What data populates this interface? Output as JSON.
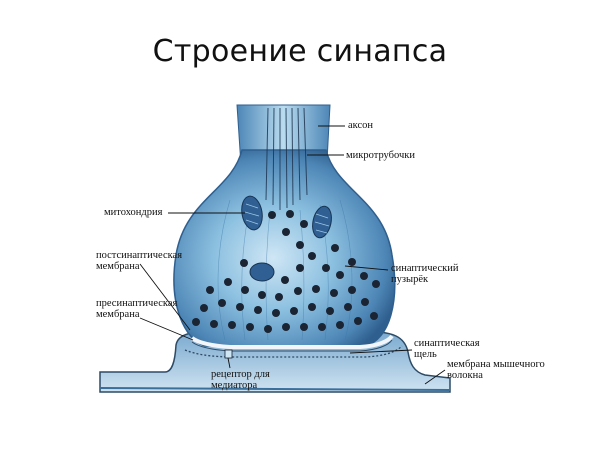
{
  "title": "Строение синапса",
  "labels": {
    "axon": "аксон",
    "microtubules": "микротрубочки",
    "mitochondria": "митохондрия",
    "postsynaptic_1": "постсинаптическая",
    "postsynaptic_2": "мембрана",
    "presynaptic_1": "пресинаптическая",
    "presynaptic_2": "мембрана",
    "vesicle_1": "синаптический",
    "vesicle_2": "пузырёк",
    "cleft_1": "синаптическая",
    "cleft_2": "щель",
    "muscle_1": "мембрана мышечного",
    "muscle_2": "волокна",
    "receptor_1": "рецептор для",
    "receptor_2": "медиатора"
  },
  "colors": {
    "terminal_fill": "#7fb4d6",
    "terminal_dark": "#3a6f9c",
    "vesicle": "#1a2433",
    "mitochondria": "#2f5f93",
    "muscle": "#8fb8d8"
  }
}
